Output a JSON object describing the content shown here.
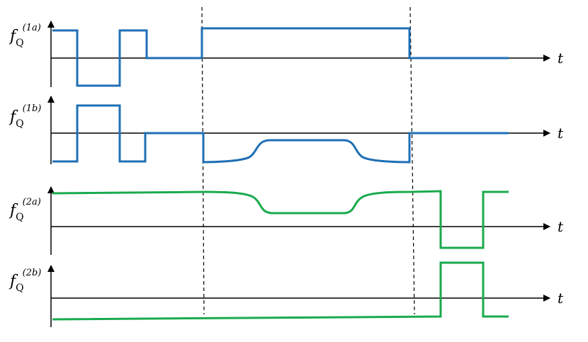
{
  "colors": {
    "blue": "#1f6fb5",
    "green": "#1aaa4e",
    "axis": "#000000"
  },
  "time_axis_label": "t",
  "panels": [
    {
      "id": "1a",
      "f": "f",
      "sub": "Q",
      "sup": "(1a)",
      "color_key": "blue"
    },
    {
      "id": "1b",
      "f": "f",
      "sub": "Q",
      "sup": "(1b)",
      "color_key": "blue"
    },
    {
      "id": "2a",
      "f": "f",
      "sub": "Q",
      "sup": "(2a)",
      "color_key": "green"
    },
    {
      "id": "2b",
      "f": "f",
      "sub": "Q",
      "sup": "(2b)",
      "color_key": "green"
    }
  ]
}
